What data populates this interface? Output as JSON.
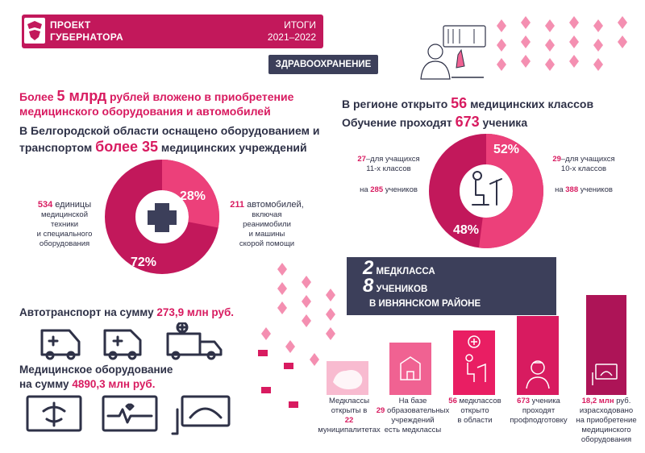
{
  "header": {
    "project_line1": "ПРОЕКТ",
    "project_line2": "ГУБЕРНАТОРА",
    "itogi_line1": "ИТОГИ",
    "itogi_line2": "2021–2022",
    "section": "ЗДРАВООХРАНЕНИЕ"
  },
  "left": {
    "t1_a": "Более ",
    "t1_big": "5 млрд",
    "t1_b": " рублей вложено в приобретение медицинского оборудования и автомобилей",
    "t2_a": "В Белгородской области оснащено оборудованием и транспортом ",
    "t2_big": "более 35",
    "t2_b": " медицинских учреждений",
    "donut": {
      "pct_top": "28%",
      "pct_bottom": "72%",
      "values": [
        28,
        72
      ]
    },
    "left_num": "534",
    "left_txt1": " единицы",
    "left_txt2": "медицинской",
    "left_txt3": "техники",
    "left_txt4": "и специального",
    "left_txt5": "оборудования",
    "right_num": "211",
    "right_txt1": " автомобилей,",
    "right_txt2": "включая",
    "right_txt3": "реанимобили",
    "right_txt4": "и машины",
    "right_txt5": "скорой помощи",
    "auto_a": "Автотранспорт на сумму ",
    "auto_b": "273,9 млн руб.",
    "equip_a": "Медицинское оборудование",
    "equip_b": "на сумму ",
    "equip_c": "4890,3 млн руб."
  },
  "right": {
    "t3_a": "В регионе открыто ",
    "t3_big": "56",
    "t3_b": " медицинских классов",
    "t4_a": "Обучение проходят ",
    "t4_big": "673",
    "t4_b": " ученика",
    "donut": {
      "pct_top": "52%",
      "pct_bottom": "48%",
      "values": [
        52,
        48
      ]
    },
    "l_num": "27",
    "l_txt1": "–для учащихся",
    "l_txt2": "11-х классов",
    "l_txt3": "на ",
    "l_num2": "285",
    "l_txt4": " учеников",
    "r_num": "29",
    "r_txt1": "–для учащихся",
    "r_txt2": "10-х классов",
    "r_txt3": "на ",
    "r_num2": "388",
    "r_txt4": " учеников",
    "box_n1": "2",
    "box_w1": " МЕДКЛАССА",
    "box_n2": "8",
    "box_w2": " УЧЕНИКОВ",
    "box_w3": "В ИВНЯНСКОМ РАЙОНЕ"
  },
  "bars": [
    {
      "l1": "Медклассы",
      "l2": "открыты в",
      "num": "22",
      "l3": " муниципалитетах"
    },
    {
      "l1": "На базе",
      "num": "29",
      "l2": " образовательных",
      "l3": "учреждений",
      "l4": "есть медклассы"
    },
    {
      "num": "56",
      "l1": " медклассов",
      "l2": "открыто",
      "l3": "в области"
    },
    {
      "num": "673",
      "l1": " ученика",
      "l2": "проходят",
      "l3": "профподготовку"
    },
    {
      "num": "18,2 млн",
      "l1": " руб.",
      "l2": "израсходовано",
      "l3": "на приобретение",
      "l4": "медицинского",
      "l5": "оборудования"
    }
  ]
}
